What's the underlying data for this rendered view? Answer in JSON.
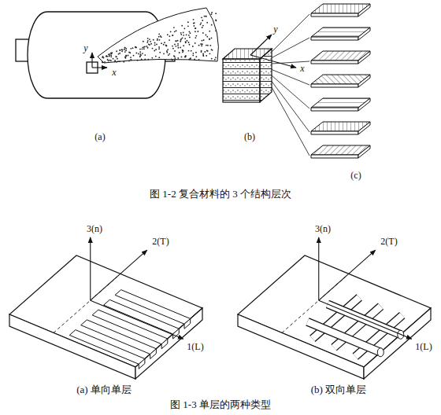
{
  "diagram": {
    "labels": [
      "y",
      "x",
      "(a)",
      "y",
      "x",
      "(b)",
      "(c)",
      "图 1-2  复合材料的 3 个结构层次",
      "3(n)",
      "2(T)",
      "1(L)",
      "(a) 单向单层",
      "3(n)",
      "2(T)",
      "1(L)",
      "(b) 双向单层",
      "图 1-3  单层的两种类型"
    ]
  }
}
